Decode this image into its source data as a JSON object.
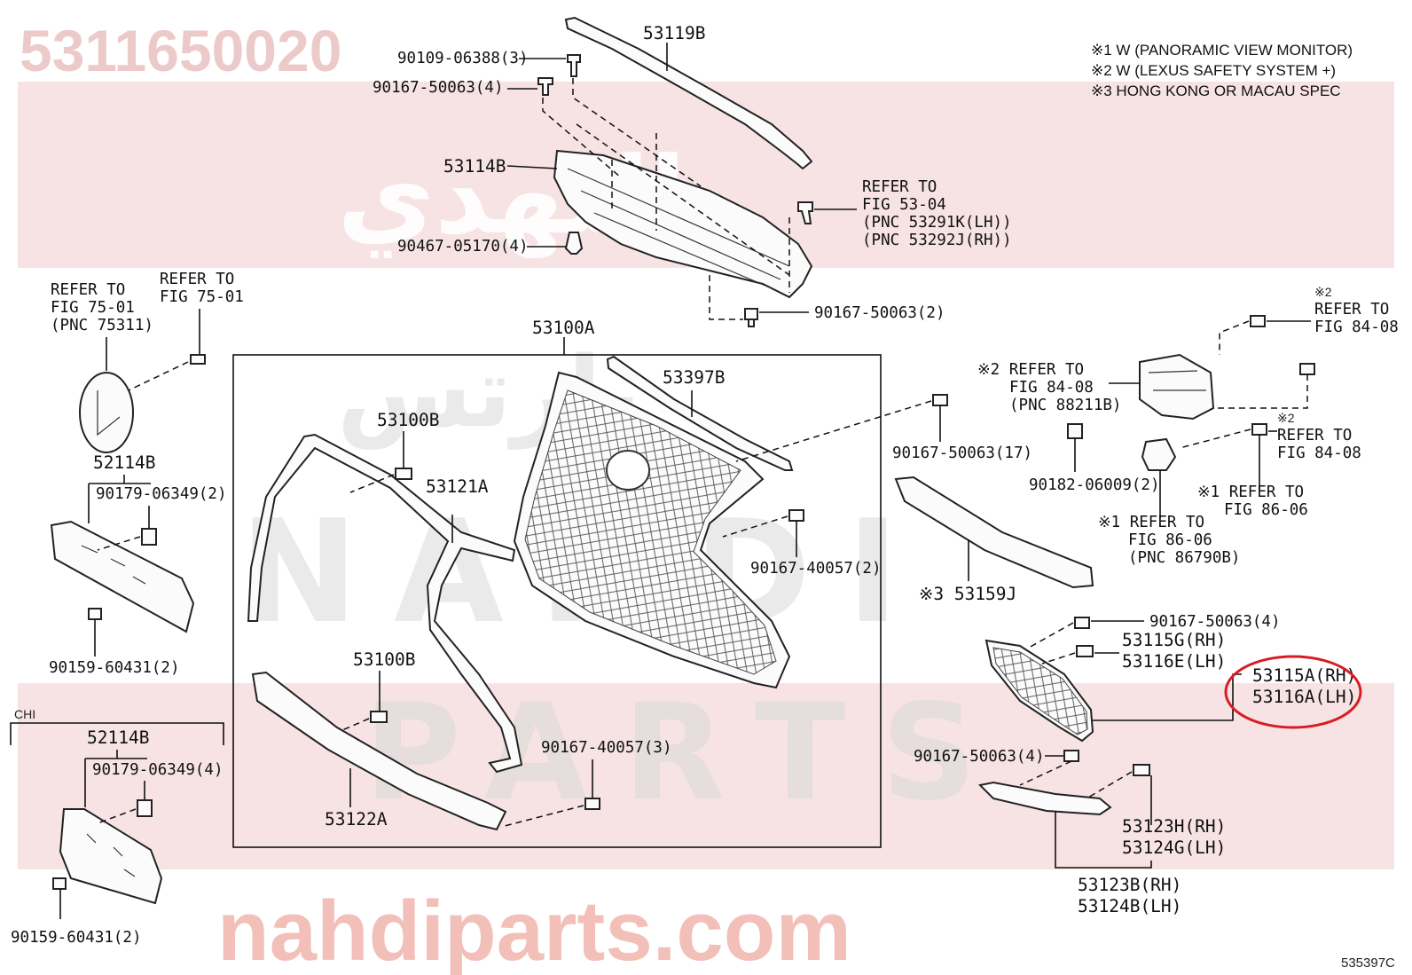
{
  "watermark": {
    "part_number": "5311650020",
    "site": "nahdiparts.com",
    "arabic_top": "النهدي",
    "arabic_mid": "بارتس",
    "brand_mid": "NAHDI",
    "brand_low": "PARTS"
  },
  "notes": {
    "n1": "※1  W (PANORAMIC VIEW MONITOR)",
    "n2": "※2  W (LEXUS SAFETY SYSTEM +)",
    "n3": "※3  HONG KONG OR MACAU SPEC"
  },
  "labels": {
    "p53119B": "53119B",
    "p90109": "90109-06388(3)",
    "p90167a": "90167-50063(4)",
    "p53114B": "53114B",
    "p90467": "90467-05170(4)",
    "ref5304_1": "REFER TO",
    "ref5304_2": "FIG 53-04",
    "ref5304_3": "(PNC 53291K(LH))",
    "ref5304_4": "(PNC 53292J(RH))",
    "p90167b": "90167-50063(2)",
    "ref7501a_1": "REFER TO",
    "ref7501a_2": "FIG 75-01",
    "ref7501a_3": "(PNC 75311)",
    "ref7501b_1": "REFER TO",
    "ref7501b_2": "FIG 75-01",
    "p53100A": "53100A",
    "p53397B": "53397B",
    "p53100B_1": "53100B",
    "p53121A": "53121A",
    "p90167c": "90167-50063(17)",
    "p90167_40057a": "90167-40057(2)",
    "p53100B_2": "53100B",
    "p90167_40057b": "90167-40057(3)",
    "p53122A": "53122A",
    "p52114B_1": "52114B",
    "p90179a": "90179-06349(2)",
    "p90159a": "90159-60431(2)",
    "chi": "CHI",
    "p52114B_2": "52114B",
    "p90179b": "90179-06349(4)",
    "p90159b": "90159-60431(2)",
    "ref8408a_mark": "※2",
    "ref8408a_1": "REFER TO",
    "ref8408a_2": "FIG 84-08",
    "ref8408b_1": "※2 REFER TO",
    "ref8408b_2": "FIG 84-08",
    "ref8408b_3": "(PNC 88211B)",
    "ref8408c_mark": "※2",
    "ref8408c_1": "REFER TO",
    "ref8408c_2": "FIG 84-08",
    "p90182": "90182-06009(2)",
    "ref8606a_1": "※1 REFER TO",
    "ref8606a_2": "FIG 86-06",
    "ref8606b_1": "※1 REFER TO",
    "ref8606b_2": "FIG 86-06",
    "ref8606b_3": "(PNC 86790B)",
    "p53159J": "※3 53159J",
    "p90167d": "90167-50063(4)",
    "p53115G": "53115G(RH)",
    "p53116E": "53116E(LH)",
    "p53115A": "53115A(RH)",
    "p53116A": "53116A(LH)",
    "p90167e": "90167-50063(4)",
    "p53123H": "53123H(RH)",
    "p53124G": "53124G(LH)",
    "p53123B": "53123B(RH)",
    "p53124B": "53124B(LH)",
    "fig_code": "535397C"
  },
  "colors": {
    "highlight_circle": "#d91c24",
    "band": "#f1cccc"
  }
}
